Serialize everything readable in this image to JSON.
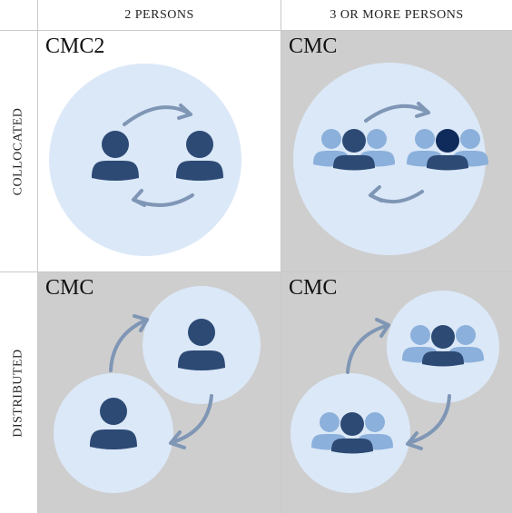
{
  "columns": [
    "2 PERSONS",
    "3 OR MORE PERSONS"
  ],
  "rows": [
    "COLLOCATED",
    "DISTRIBUTED"
  ],
  "cells": {
    "collocated_two": {
      "title": "CMC2"
    },
    "collocated_group": {
      "title": "CMC"
    },
    "distributed_two": {
      "title": "CMC"
    },
    "distributed_group": {
      "title": "CMC"
    }
  },
  "colors": {
    "person_dark": "#2c4a74",
    "person_darkest": "#0f2b5b",
    "person_light": "#8bb0db",
    "circle_fill": "#dbe8f8",
    "arrow": "#7f96b5",
    "grey_bg": "#cecece"
  }
}
